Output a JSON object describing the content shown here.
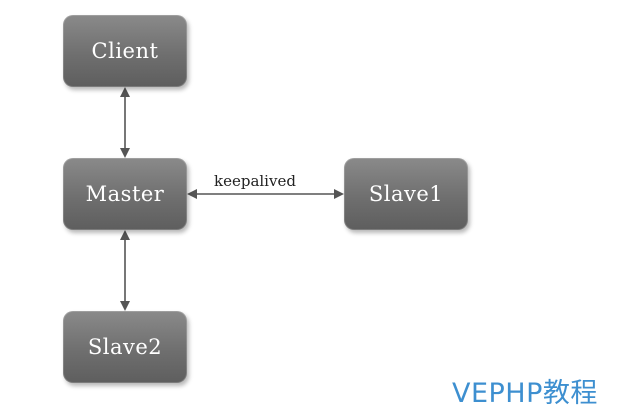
{
  "diagram": {
    "nodes": {
      "client": "Client",
      "master": "Master",
      "slave1": "Slave1",
      "slave2": "Slave2"
    },
    "edge_label": "keepalived",
    "colors": {
      "node_fill": "#777777",
      "node_text": "#ffffff",
      "arrow": "#555555"
    }
  },
  "watermark": {
    "text": "VEPHP教程",
    "color": "#3d8fd0"
  }
}
